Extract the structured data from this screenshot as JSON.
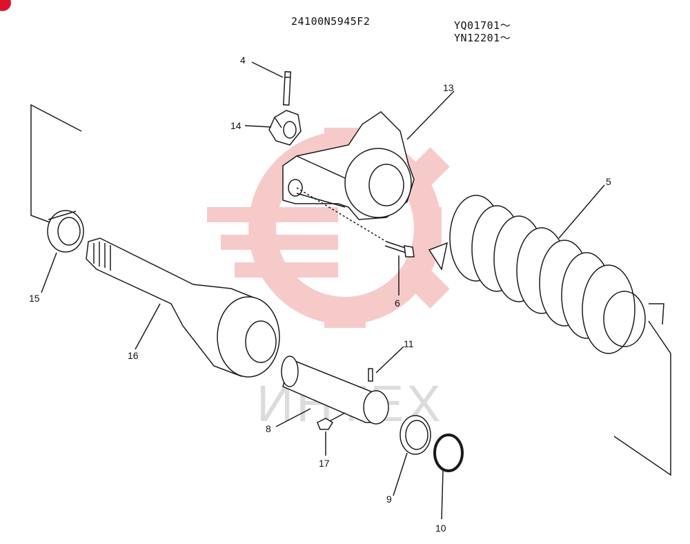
{
  "header": {
    "part_number": "24100N5945F2",
    "serial_1": "YQ01701～",
    "serial_2": "YN12201～"
  },
  "watermark": {
    "text": "ИНТЕХ",
    "color": "#f2a0a0"
  },
  "callouts": {
    "c4": "4",
    "c13": "13",
    "c14": "14",
    "c5": "5",
    "c6": "6",
    "c15": "15",
    "c16": "16",
    "c11": "11",
    "c8": "8",
    "c17": "17",
    "c9": "9",
    "c10": "10"
  },
  "colors": {
    "line": "#1a1a1a",
    "accent": "#e0102a"
  },
  "icons": {
    "corner": "red-dot-icon",
    "watermark": "gear-logo-icon"
  }
}
